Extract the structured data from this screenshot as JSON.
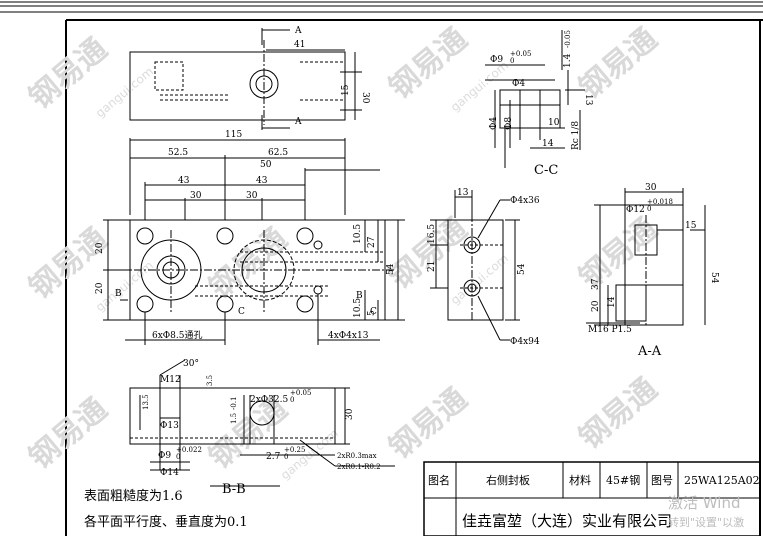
{
  "watermark": {
    "brand": "钢易通",
    "site": "gangui.com"
  },
  "windows_overlay": {
    "line1": "激活 Wind",
    "line2": "转到\"设置\"以激"
  },
  "views": {
    "top": {
      "dim_41": "41",
      "dim_30": "30",
      "dim_15": "15",
      "sec_a": "A"
    },
    "front": {
      "dim_115": "115",
      "dim_52_5": "52.5",
      "dim_62_5": "62.5",
      "dim_50": "50",
      "dim_43a": "43",
      "dim_43b": "43",
      "dim_30a": "30",
      "dim_30b": "30",
      "dim_20a": "20",
      "dim_20b": "20",
      "dim_10_5a": "10.5",
      "dim_27": "27",
      "dim_54": "54",
      "dim_10_5b": "10.5",
      "dim_5": "5",
      "sec_b": "B",
      "sec_c": "C",
      "holes_left": "6xΦ8.5通孔",
      "holes_right": "4xΦ4x13"
    },
    "side": {
      "dim_13": "13",
      "dim_16_5": "16.5",
      "dim_21": "21",
      "dim_54": "54",
      "hole_top": "Φ4x36",
      "hole_bottom": "Φ4x94"
    },
    "cc": {
      "title": "C-C",
      "d9": "Φ9",
      "tol_d9_up": "+0.05",
      "tol_d9_lo": "0",
      "d4a": "Φ4",
      "d4b": "Φ4",
      "d8": "Φ8",
      "dim_10": "10",
      "dim_14": "14",
      "dim_13": "13",
      "dim_1_4": "1.4",
      "tol_1_4": "-0.05",
      "thread": "Rc 1/8"
    },
    "aa": {
      "title": "A-A",
      "dim_30": "30",
      "d12": "Φ12",
      "tol_up": "+0.018",
      "tol_lo": "0",
      "dim_15": "15",
      "dim_37": "37",
      "dim_20": "20",
      "dim_14": "14",
      "dim_54": "54",
      "thread": "M16 P1.5"
    },
    "bb": {
      "title": "B-B",
      "angle": "30°",
      "m12": "M12",
      "dim_3_5": "3.5",
      "dim_13_5": "13.5",
      "d13": "Φ13",
      "d9": "Φ9",
      "tol_d9_up": "+0.022",
      "tol_d9_lo": "0",
      "d14": "Φ14",
      "dim_1_5": "1.5",
      "tol_1_5": "-0.1",
      "d32_5": "2xΦ32.5",
      "tol_d32_up": "+0.05",
      "tol_d32_lo": "0",
      "dim_2_7": "2.7",
      "tol_2_7_up": "+0.25",
      "tol_2_7_lo": "0",
      "r_max": "2xR0.3max",
      "r_range": "2xR0.1-R0.2",
      "dim_30": "30"
    }
  },
  "notes": {
    "roughness": "表面粗糙度为1.6",
    "flatness": "各平面平行度、垂直度为0.1"
  },
  "title_block": {
    "label_name": "图名",
    "name": "右侧封板",
    "label_material": "材料",
    "material": "45#钢",
    "label_number": "图号",
    "number": "25WA125A02",
    "company": "佳垚富堃（大连）实业有限公司"
  }
}
